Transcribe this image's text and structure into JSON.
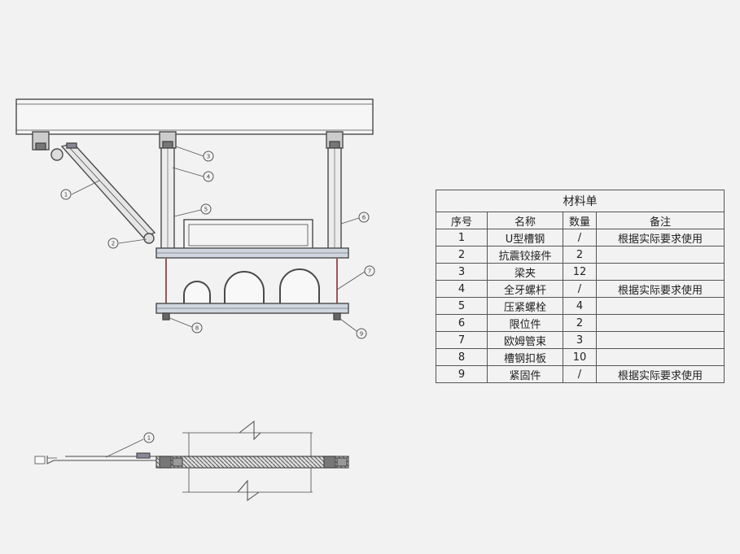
{
  "bom": {
    "title": "材料单",
    "headers": {
      "no": "序号",
      "name": "名称",
      "qty": "数量",
      "remark": "备注"
    },
    "rows": [
      {
        "no": "1",
        "name": "U型槽钢",
        "qty": "/",
        "remark": "根据实际要求使用"
      },
      {
        "no": "2",
        "name": "抗震铰接件",
        "qty": "2",
        "remark": ""
      },
      {
        "no": "3",
        "name": "梁夹",
        "qty": "12",
        "remark": ""
      },
      {
        "no": "4",
        "name": "全牙螺杆",
        "qty": "/",
        "remark": "根据实际要求使用"
      },
      {
        "no": "5",
        "name": "压紧螺栓",
        "qty": "4",
        "remark": ""
      },
      {
        "no": "6",
        "name": "限位件",
        "qty": "2",
        "remark": ""
      },
      {
        "no": "7",
        "name": "欧姆管束",
        "qty": "3",
        "remark": ""
      },
      {
        "no": "8",
        "name": "槽钢扣板",
        "qty": "10",
        "remark": ""
      },
      {
        "no": "9",
        "name": "紧固件",
        "qty": "/",
        "remark": "根据实际要求使用"
      }
    ]
  },
  "callouts": {
    "elevation": [
      "1",
      "2",
      "3",
      "4",
      "5",
      "6",
      "7",
      "8",
      "9"
    ],
    "plan": [
      "1"
    ]
  },
  "colors": {
    "line": "#4a4a4a",
    "accent": "#6a7fa0",
    "paper": "#f2f2f3"
  }
}
